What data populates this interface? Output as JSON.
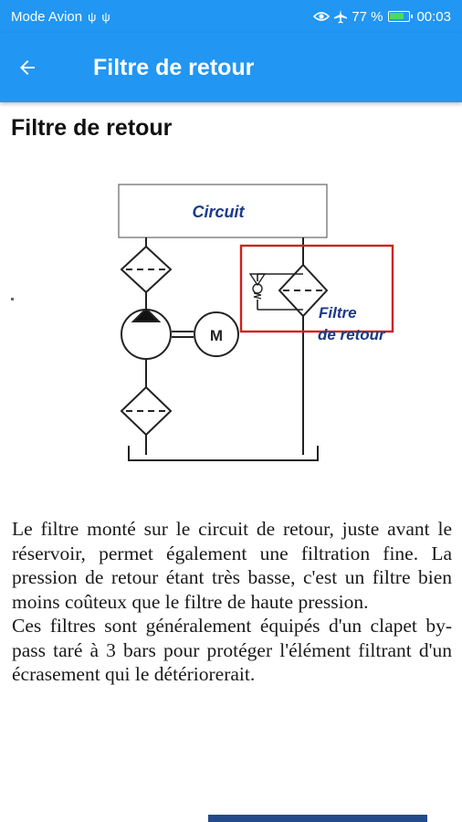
{
  "status_bar": {
    "mode": "Mode Avion",
    "usb_icons": [
      "ψ",
      "ψ"
    ],
    "battery_percent": "77 %",
    "battery_level": 0.77,
    "time": "00:03"
  },
  "app_bar": {
    "title": "Filtre de retour",
    "color": "#2196F3"
  },
  "page": {
    "heading": "Filtre de retour",
    "diagram": {
      "circuit_label": "Circuit",
      "motor_label": "M",
      "filter_label_line1": "Filtre",
      "filter_label_line2": "de retour",
      "highlight_color": "#d02020",
      "label_color": "#1a3a8a"
    },
    "paragraph_1": "Le filtre monté sur le circuit de retour, juste avant le réservoir, permet également une filtration fine. La pression de retour étant très basse, c'est un filtre bien moins coûteux que le filtre de haute pression.",
    "paragraph_2": "Ces filtres sont généralement équipés d'un clapet by-pass taré à 3 bars pour protéger l'élément filtrant d'un écrasement qui le détériorerait."
  }
}
